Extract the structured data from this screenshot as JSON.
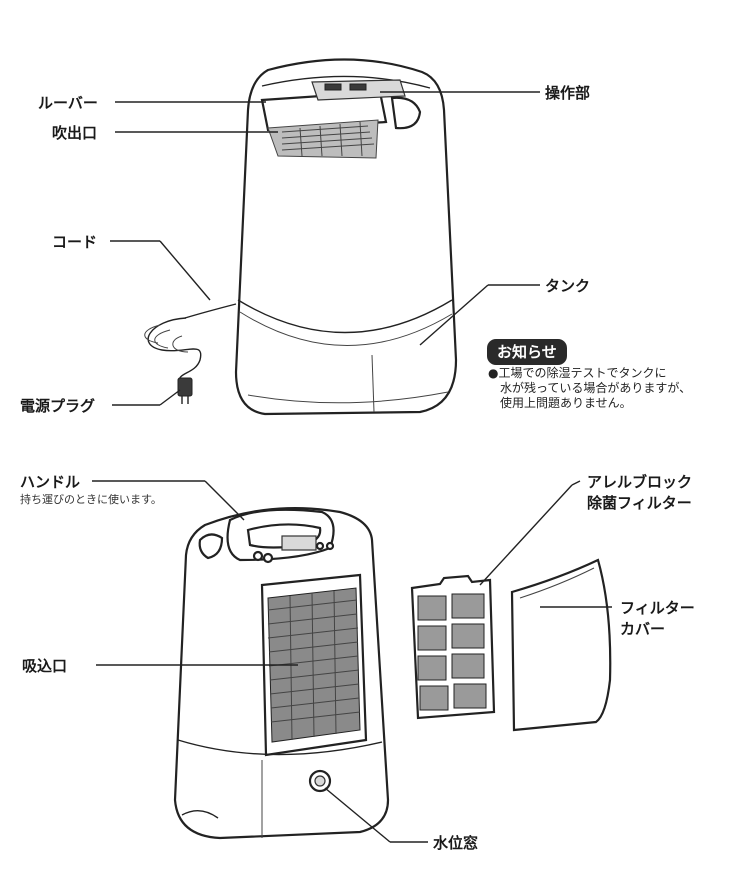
{
  "labels": {
    "louver": "ルーバー",
    "outlet": "吹出口",
    "control_panel": "操作部",
    "cord": "コード",
    "tank": "タンク",
    "power_plug": "電源プラグ",
    "handle": "ハンドル",
    "handle_note": "持ち運びのときに使います。",
    "allergen_filter_line1": "アレルブロック",
    "allergen_filter_line2": "除菌フィルター",
    "filter_cover_line1": "フィルター",
    "filter_cover_line2": "カバー",
    "intake": "吸込口",
    "water_window": "水位窓"
  },
  "notice": {
    "title": "お知らせ",
    "line1": "●工場での除湿テストでタンクに",
    "line2": "水が残っている場合がありますが、",
    "line3": "使用上問題ありません。"
  },
  "icons": [
    "dehumidifier-front-illustration",
    "dehumidifier-back-illustration",
    "filter-illustration",
    "filter-cover-illustration",
    "power-plug-icon"
  ]
}
